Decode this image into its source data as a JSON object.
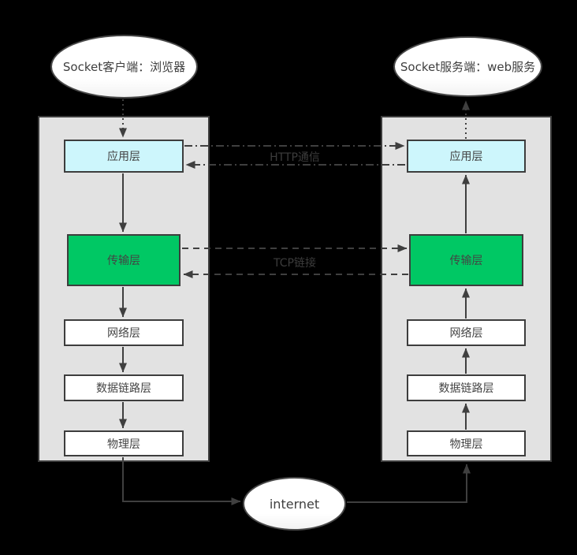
{
  "nodes": {
    "client": "Socket客户端：浏览器",
    "server": "Socket服务端：web服务",
    "internet": "internet"
  },
  "left_stack": {
    "layers": [
      "应用层",
      "传输层",
      "网络层",
      "数据链路层",
      "物理层"
    ]
  },
  "right_stack": {
    "layers": [
      "应用层",
      "传输层",
      "网络层",
      "数据链路层",
      "物理层"
    ]
  },
  "connections": {
    "http_label": "HTTP通信",
    "tcp_label": "TCP链接"
  },
  "colors": {
    "background": "#000000",
    "container_fill": "#e2e2e2",
    "application_layer_fill": "#cdf6fc",
    "transport_layer_fill": "#00c864",
    "layer_fill": "#ffffff",
    "border": "#3d3d3d",
    "line": "#3f3f3f",
    "text": "#444444"
  }
}
